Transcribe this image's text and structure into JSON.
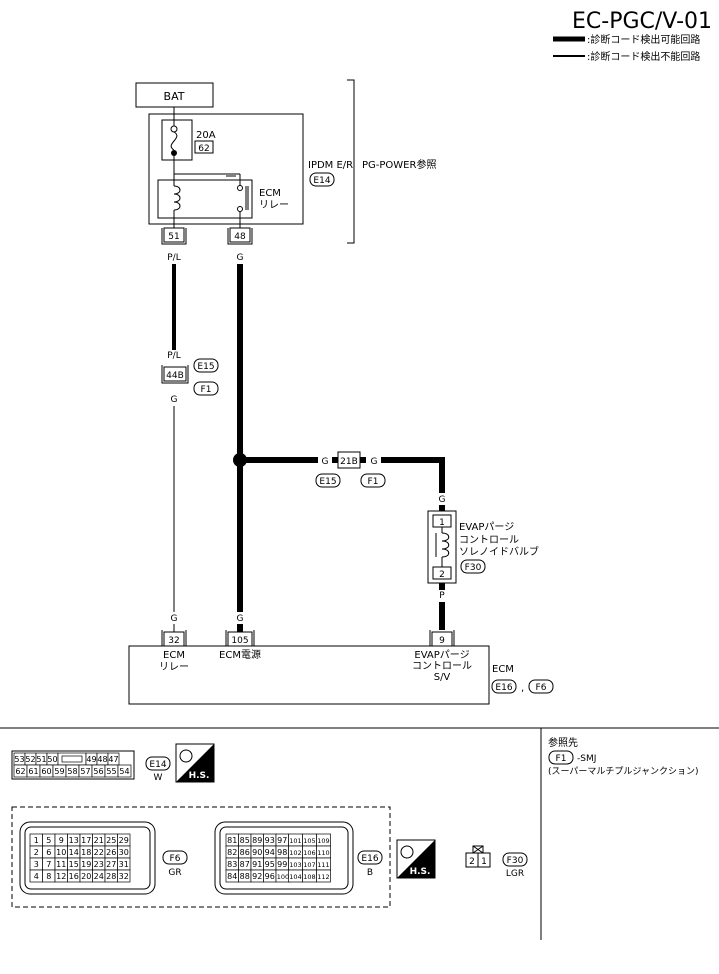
{
  "header": {
    "code": "EC-PGC/V-01",
    "legend_detectable": ":診断コード検出可能回路",
    "legend_not_detectable": ":診断コード検出不能回路"
  },
  "ipdm": {
    "bat_label": "BAT",
    "fuse_amp": "20A",
    "fuse_no": "62",
    "relay_label_1": "ECM",
    "relay_label_2": "リレー",
    "unit_label": "IPDM E/R",
    "unit_connector": "E14",
    "reference": "PG-POWER参照",
    "pin_left": "51",
    "pin_right": "48"
  },
  "wires": {
    "left_color_top": "P/L",
    "right_color_top": "G",
    "left_color_mid": "P/L",
    "left_mid_pin": "44B",
    "left_mid_conn_1": "E15",
    "left_mid_conn_2": "F1",
    "left_color_below": "G",
    "junction_color_left": "G",
    "junction_pin": "21B",
    "junction_color_right": "G",
    "junction_conn_1": "E15",
    "junction_conn_2": "F1",
    "valve_color_top": "G",
    "valve_color_bottom": "P",
    "ecm_left_color": "G",
    "ecm_mid_color": "G"
  },
  "valve": {
    "pin_top": "1",
    "pin_bottom": "2",
    "label_1": "EVAPパージ",
    "label_2": "コントロール",
    "label_3": "ソレノイドバルブ",
    "connector": "F30"
  },
  "ecm": {
    "pin_1": "32",
    "pin_1_label_1": "ECM",
    "pin_1_label_2": "リレー",
    "pin_2": "105",
    "pin_2_label": "ECM電源",
    "pin_3": "9",
    "pin_3_label_1": "EVAPパージ",
    "pin_3_label_2": "コントロール",
    "pin_3_label_3": "S/V",
    "unit_label": "ECM",
    "connector_1": "E16",
    "separator": ",",
    "connector_2": "F6"
  },
  "reference_box": {
    "title": "参照先",
    "conn": "F1",
    "conn_suffix": "-SMJ",
    "note": "(スーパーマルチプルジャンクション)"
  },
  "connectors": {
    "e14": {
      "row1": [
        "53",
        "52",
        "51",
        "50",
        "",
        "49",
        "48",
        "47"
      ],
      "row2": [
        "62",
        "61",
        "60",
        "59",
        "58",
        "57",
        "56",
        "55",
        "54"
      ],
      "code": "E14",
      "color": "W",
      "hs": "H.S."
    },
    "f6": {
      "rows": [
        [
          "1",
          "5",
          "9",
          "13",
          "17",
          "21",
          "25",
          "29"
        ],
        [
          "2",
          "6",
          "10",
          "14",
          "18",
          "22",
          "26",
          "30"
        ],
        [
          "3",
          "7",
          "11",
          "15",
          "19",
          "23",
          "27",
          "31"
        ],
        [
          "4",
          "8",
          "12",
          "16",
          "20",
          "24",
          "28",
          "32"
        ]
      ],
      "code": "F6",
      "color": "GR"
    },
    "e16": {
      "rows": [
        [
          "81",
          "85",
          "89",
          "93",
          "97",
          "101",
          "105",
          "109"
        ],
        [
          "82",
          "86",
          "90",
          "94",
          "98",
          "102",
          "106",
          "110"
        ],
        [
          "83",
          "87",
          "91",
          "95",
          "99",
          "103",
          "107",
          "111"
        ],
        [
          "84",
          "88",
          "92",
          "96",
          "100",
          "104",
          "108",
          "112"
        ]
      ],
      "code": "E16",
      "color": "B",
      "hs": "H.S."
    },
    "f30": {
      "pins": [
        "2",
        "1"
      ],
      "code": "F30",
      "color": "LGR"
    }
  }
}
